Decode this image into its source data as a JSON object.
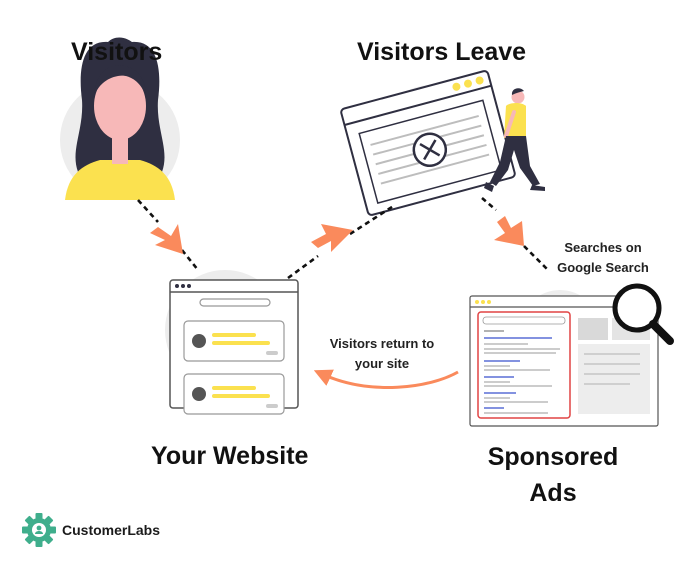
{
  "labels": {
    "visitors": "Visitors",
    "visitors_leave": "Visitors Leave",
    "your_website": "Your Website",
    "sponsored_ads_line1": "Sponsored",
    "sponsored_ads_line2": "Ads",
    "searches_line1": "Searches on",
    "searches_line2": "Google Search",
    "return_line1": "Visitors return to",
    "return_line2": "your site"
  },
  "brand": {
    "name": "CustomerLabs"
  },
  "colors": {
    "arrow": "#fa8a5c",
    "accent_yellow": "#fbe14f",
    "skin": "#f7b8b8",
    "hair": "#2f2f41",
    "circle_bg": "#ededed",
    "brand_green": "#3fae8c",
    "ad_red": "#e04444"
  }
}
